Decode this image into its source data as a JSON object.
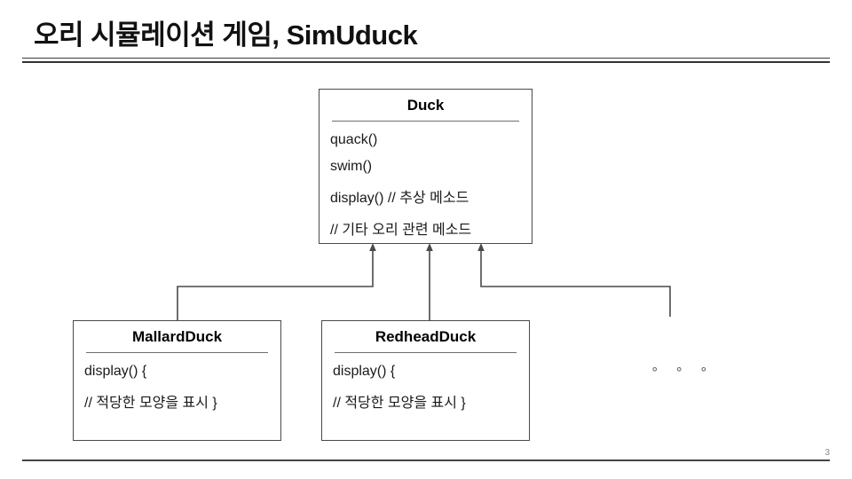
{
  "slide": {
    "title": "오리 시뮬레이션 게임, SimUduck",
    "page_number": "3",
    "background_color": "#ffffff",
    "rule_color": "#3a3a3a"
  },
  "diagram": {
    "type": "uml-class-diagram",
    "relationship": "inheritance",
    "superclass": {
      "name": "Duck",
      "members": [
        {
          "text": "quack()",
          "language": "latin"
        },
        {
          "text": "swim()",
          "language": "latin"
        },
        {
          "text": "display() // 추상 메소드",
          "language": "mixed"
        },
        {
          "text": "// 기타 오리 관련 메소드",
          "language": "korean"
        }
      ]
    },
    "subclasses": [
      {
        "name": "MallardDuck",
        "members": [
          {
            "text": "display() {",
            "language": "latin"
          },
          {
            "text": "// 적당한 모양을 표시 }",
            "language": "korean"
          }
        ]
      },
      {
        "name": "RedheadDuck",
        "members": [
          {
            "text": "display() {",
            "language": "latin"
          },
          {
            "text": "// 적당한 모양을 표시 }",
            "language": "korean"
          }
        ]
      }
    ],
    "more_subclasses_marker": "∘ ∘ ∘",
    "box_border_color": "#4a4a4a",
    "connector_color": "#4a4a4a",
    "korean_text_color": "#555555",
    "latin_text_color": "#1a1a1a"
  }
}
